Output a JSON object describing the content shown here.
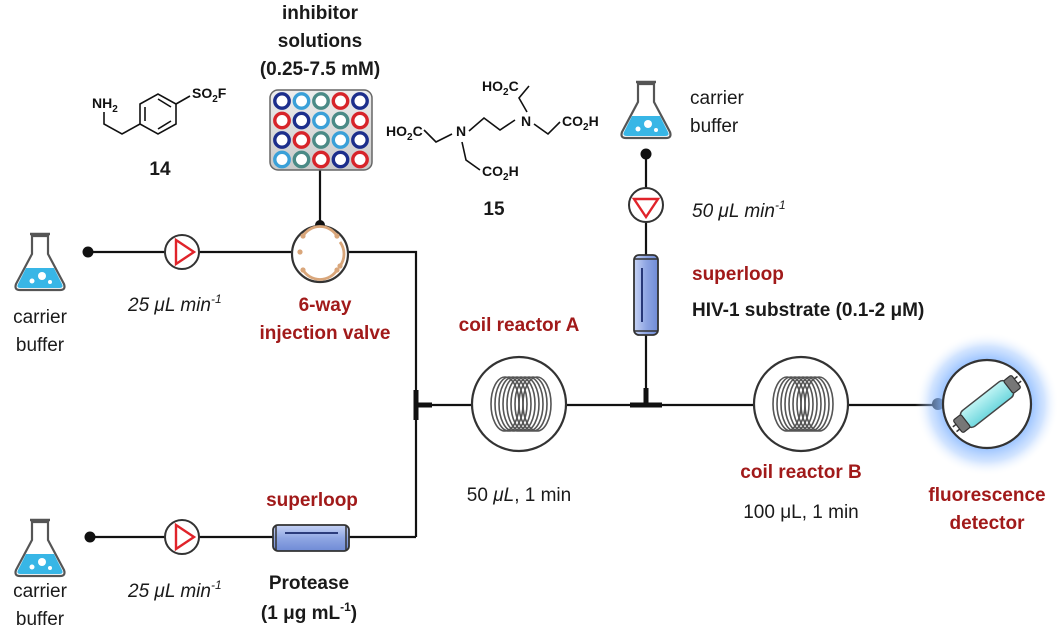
{
  "inhibitor": {
    "line1": "inhibitor",
    "line2": "solutions",
    "line3": "(0.25-7.5 mM)",
    "well_colors": [
      "#1c2e8c",
      "#3aa0d8",
      "#4a8a86",
      "#d7242a"
    ]
  },
  "compound14": {
    "number": "14",
    "amine": "NH",
    "amine_sub": "2",
    "so2f_a": "SO",
    "so2f_sub": "2",
    "so2f_b": "F"
  },
  "compound15": {
    "number": "15",
    "ho2c_top": "HO",
    "ho2c_top_sub": "2",
    "ho2c_top_c": "C",
    "ho2c_left": "HO",
    "ho2c_left_sub": "2",
    "ho2c_left_c": "C",
    "co2h_right": "CO",
    "co2h_right_sub": "2",
    "co2h_right_h": "H",
    "co2h_bottom": "CO",
    "co2h_bottom_sub": "2",
    "co2h_bottom_h": "H",
    "n": "N"
  },
  "carrier_left_top": {
    "line1": "carrier",
    "line2": "buffer"
  },
  "carrier_left_bottom": {
    "line1": "carrier",
    "line2": "buffer"
  },
  "carrier_right": {
    "line1": "carrier",
    "line2": "buffer"
  },
  "pump_top_rate": {
    "pre": "25 ",
    "mu": "μ",
    "post": "L min",
    "sup": "-1"
  },
  "pump_bottom_rate": {
    "pre": "25 ",
    "mu": "μ",
    "post": "L min",
    "sup": "-1"
  },
  "pump_right_rate": {
    "pre": "50 ",
    "mu": "μ",
    "post": "L min",
    "sup": "-1"
  },
  "valve": {
    "line1": "6-way",
    "line2": "injection valve"
  },
  "superloop_bottom": {
    "label": "superloop",
    "content1": "Protease",
    "content2_pre": "(1 μg mL",
    "content2_sup": "-1",
    "content2_post": ")"
  },
  "superloop_right": {
    "label": "superloop",
    "content": "HIV-1 substrate (0.1-2 μM)"
  },
  "coil_a": {
    "label": "coil reactor A",
    "spec_pre": "50 ",
    "spec_mu": "μL",
    "spec_post": ", 1 min"
  },
  "coil_b": {
    "label": "coil reactor B",
    "spec": "100 μL, 1 min"
  },
  "detector": {
    "line1": "fluorescence",
    "line2": "detector"
  },
  "colors": {
    "accent_red": "#a11a1a",
    "pump_red": "#e0232a",
    "loop_blue": "#9aaee6",
    "flask_blue": "#38b6e6",
    "detector_glow": "#7fb3ff"
  }
}
